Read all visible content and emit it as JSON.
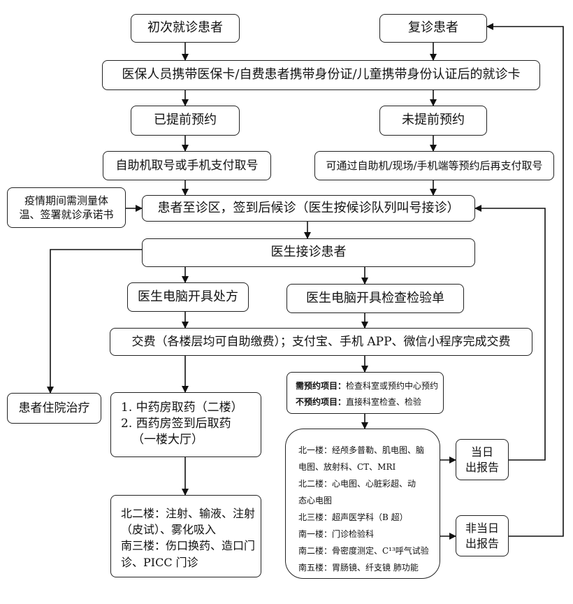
{
  "nodes": {
    "first_visit": "初次就诊患者",
    "return_visit": "复诊患者",
    "cards": "医保人员携带医保卡/自费患者携带身份证/儿童携带身份认证后的就诊卡",
    "booked": "已提前预约",
    "not_booked": "未提前预约",
    "self_service": "自助机取号或手机支付取号",
    "pay_later": "可通过自助机/现场/手机端等预约后再支付取号",
    "epidemic_line1": "疫情期间需测量体",
    "epidemic_line2": "温、签署就诊承诺书",
    "waiting": "患者至诊区，签到后候诊（医生按候诊队列叫号接诊）",
    "doctor": "医生接诊患者",
    "prescription": "医生电脑开具处方",
    "exam_order": "医生电脑开具检查检验单",
    "payment": "交费（各楼层均可自助缴费）；支付宝、手机 APP、微信小程序完成交费",
    "inpatient": "患者住院治疗",
    "pharmacy_1": "1. 中药房取药（二楼）",
    "pharmacy_2": "2. 西药房签到后取药",
    "pharmacy_3": "（一楼大厅）",
    "treatment_l1": "北二楼：注射、输液、注射",
    "treatment_l2": "（皮试）、雾化吸入",
    "treatment_l3": "南三楼：伤口换药、造口门",
    "treatment_l4": "诊、PICC 门诊",
    "appt_label": "需预约项目：",
    "appt_value": "检查科室或预约中心预约",
    "noappt_label": "不预约项目：",
    "noappt_value": "直接科室检查、检验",
    "depts": [
      "北一楼：经颅多普勒、肌电图、脑",
      "电图、放射科、CT、MRI",
      "北二楼：心电图、心脏彩超、动",
      "态心电图",
      "北三楼：超声医学科（B 超）",
      "南一楼：门诊检验科",
      "南二楼：骨密度测定、C¹³呼气试验",
      "南五楼：胃肠镜、纤支镜 肺功能"
    ],
    "same_day_1": "当日",
    "same_day_2": "出报告",
    "not_same_day_1": "非当日",
    "not_same_day_2": "出报告"
  }
}
